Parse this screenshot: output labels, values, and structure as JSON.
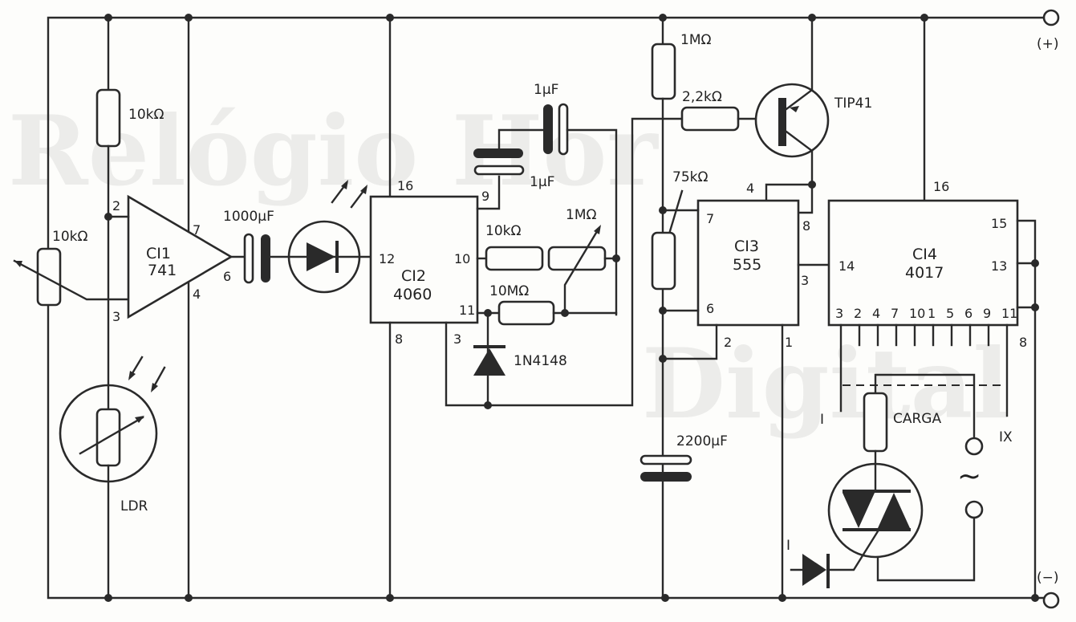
{
  "title": "Circuit schematic",
  "watermark": [
    "Relógio Hor",
    "Digital"
  ],
  "terminals": {
    "positive": "(+)",
    "negative": "(−)"
  },
  "components": {
    "r_top": "10kΩ",
    "pot_left": "10kΩ",
    "ldr": "LDR",
    "ci1": {
      "name": "CI1",
      "part": "741",
      "pins": [
        "2",
        "3",
        "7",
        "4",
        "6"
      ]
    },
    "c_1000": "1000µF",
    "ci2": {
      "name": "CI2",
      "part": "4060",
      "pins": [
        "16",
        "12",
        "8",
        "9",
        "10",
        "11",
        "3"
      ]
    },
    "c_1u_a": "1µF",
    "c_1u_b": "1µF",
    "r_10k": "10kΩ",
    "pot_1m": "1MΩ",
    "r_10m": "10MΩ",
    "diode": "1N4148",
    "r_1m": "1MΩ",
    "r_2k2": "2,2kΩ",
    "transistor": "TIP41",
    "pot_75k": "75kΩ",
    "ci3": {
      "name": "CI3",
      "part": "555",
      "pins": [
        "4",
        "7",
        "8",
        "6",
        "3",
        "2",
        "1"
      ]
    },
    "c_2200": "2200µF",
    "ci4": {
      "name": "CI4",
      "part": "4017",
      "pins": [
        "16",
        "14",
        "15",
        "13",
        "8"
      ],
      "outputs": [
        "3",
        "2",
        "4",
        "7",
        "10",
        "1",
        "5",
        "6",
        "9",
        "11"
      ]
    },
    "load": "CARGA",
    "switch_first": "I",
    "switch_last": "IX",
    "triac_input": "I",
    "ac": "~"
  }
}
